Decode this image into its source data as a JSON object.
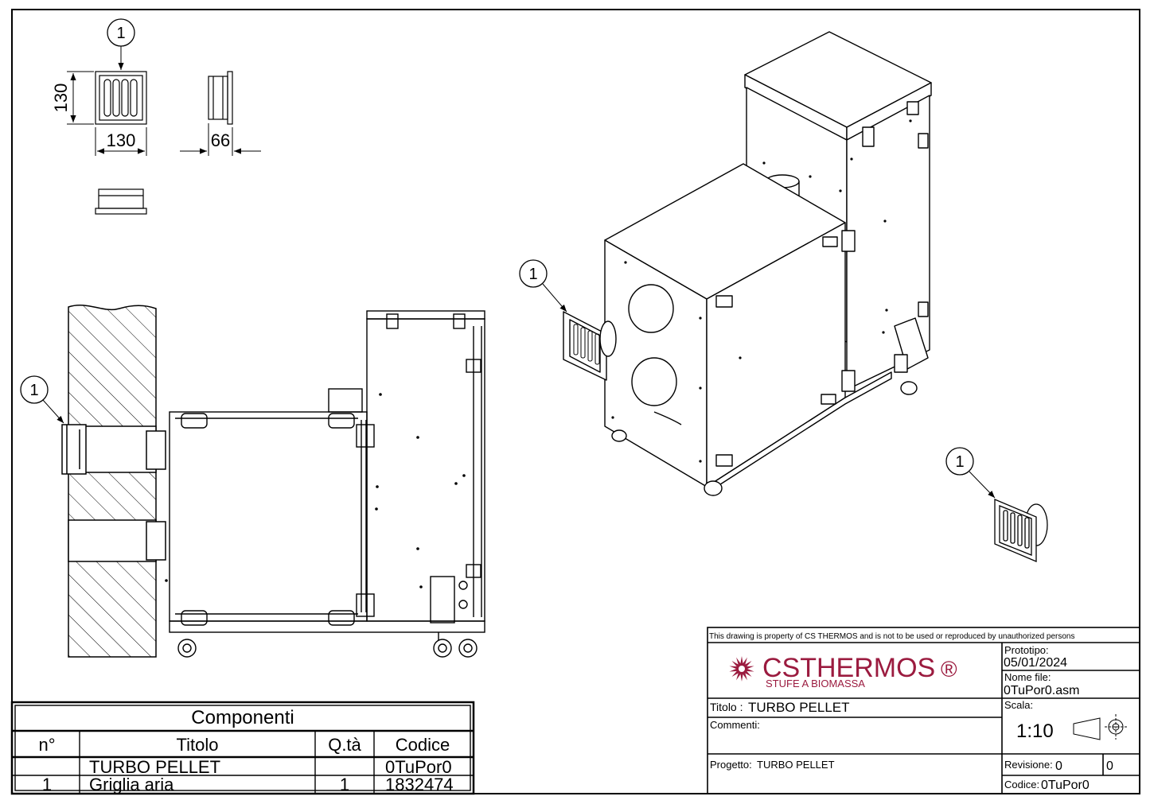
{
  "balloon": "1",
  "dims": {
    "height": "130",
    "width": "130",
    "depth": "66"
  },
  "title_block": {
    "property_notice": "This drawing is property of CS THERMOS and is not to be used or reproduced by unauthorized persons",
    "brand": "CSTHERMOS",
    "brand_symbol": "®",
    "brand_sub": "STUFE A BIOMASSA",
    "brand_color": "#9b1b3f",
    "prototipo_label": "Prototipo:",
    "prototipo_value": "05/01/2024",
    "nome_file_label": "Nome file:",
    "nome_file_value": "0TuPor0.asm",
    "titolo_label": "Titolo :",
    "titolo_value": "TURBO PELLET",
    "scala_label": "Scala:",
    "scala_value": "1:10",
    "commenti_label": "Commenti:",
    "progetto_label": "Progetto:",
    "progetto_value": "TURBO PELLET",
    "revisione_label": "Revisione:",
    "revisione_value": "0",
    "revisione_value2": "0",
    "codice_label": "Codice:",
    "codice_value": "0TuPor0"
  },
  "components": {
    "title": "Componenti",
    "headers": [
      "n°",
      "Titolo",
      "Q.tà",
      "Codice"
    ],
    "rows": [
      {
        "n": "",
        "titolo": "TURBO PELLET",
        "qta": "",
        "codice": "0TuPor0"
      },
      {
        "n": "1",
        "titolo": "Griglia aria",
        "qta": "1",
        "codice": "1832474"
      }
    ]
  }
}
